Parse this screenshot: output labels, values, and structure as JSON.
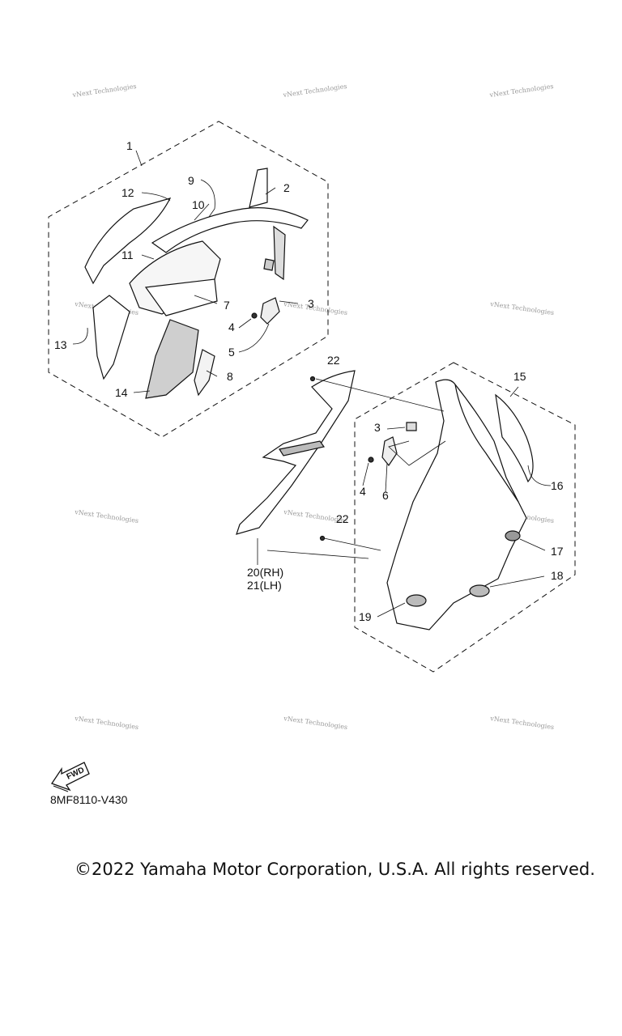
{
  "diagram": {
    "drawing_code": "8MF8110-V430",
    "fwd_label": "FWD",
    "watermark": "vNext Technologies",
    "copyright": "©2022 Yamaha Motor Corporation, U.S.A. All rights reserved.",
    "callouts": {
      "c1": "1",
      "c2": "2",
      "c3a": "3",
      "c4a": "4",
      "c5": "5",
      "c7": "7",
      "c8": "8",
      "c9": "9",
      "c10": "10",
      "c11": "11",
      "c12": "12",
      "c13": "13",
      "c14": "14",
      "c22a": "22",
      "c22b": "22",
      "c3b": "3",
      "c4b": "4",
      "c6": "6",
      "c15": "15",
      "c16": "16",
      "c17": "17",
      "c18": "18",
      "c19": "19",
      "c20": "20(RH)",
      "c21": "21(LH)"
    }
  }
}
